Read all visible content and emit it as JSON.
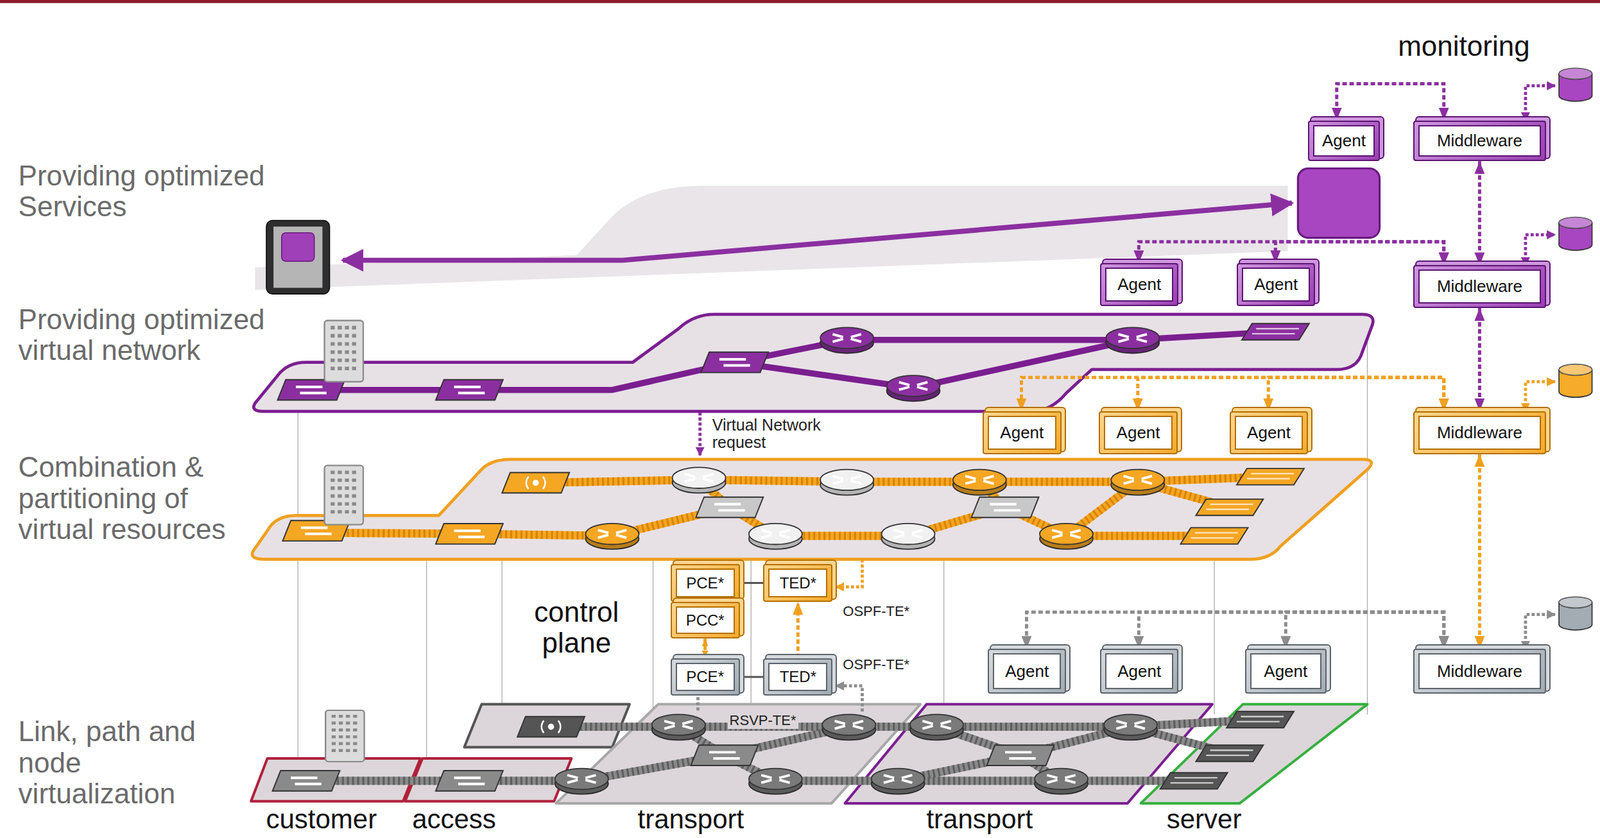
{
  "diagram": {
    "nodes": [
      {
        "text": [
          "Agent"
        ]
      },
      {
        "text": [
          "Middleware"
        ]
      },
      {
        "text": [
          "Agent"
        ]
      },
      {
        "text": [
          "Agent"
        ]
      },
      {
        "text": [
          "Middleware"
        ]
      },
      {
        "text": [
          "Agent"
        ]
      },
      {
        "text": [
          "Agent"
        ]
      },
      {
        "text": [
          "Agent"
        ]
      },
      {
        "text": [
          "Middleware"
        ]
      },
      {
        "text": [
          "PCE*"
        ]
      },
      {
        "text": [
          "TED*"
        ]
      },
      {
        "text": [
          "PCC*"
        ]
      },
      {
        "text": [
          "PCE*"
        ]
      },
      {
        "text": [
          "TED*"
        ]
      },
      {
        "text": [
          "Agent"
        ]
      },
      {
        "text": [
          "Agent"
        ]
      },
      {
        "text": [
          "Agent"
        ]
      },
      {
        "text": [
          "Middleware"
        ]
      }
    ],
    "edges": [
      {
        "from": 0,
        "to": 1,
        "arrow": "both"
      },
      {
        "from": 1,
        "to": 4,
        "arrow": "both"
      },
      {
        "from": 4,
        "to": 2,
        "arrow": "both"
      },
      {
        "from": 4,
        "to": 3,
        "arrow": "both"
      },
      {
        "from": 4,
        "to": 8,
        "arrow": "both"
      },
      {
        "from": 8,
        "to": 5,
        "arrow": "both"
      },
      {
        "from": 8,
        "to": 6,
        "arrow": "both"
      },
      {
        "from": 8,
        "to": 7,
        "arrow": "both"
      },
      {
        "from": 8,
        "to": 17,
        "arrow": "both"
      },
      {
        "from": 17,
        "to": 14,
        "arrow": "both"
      },
      {
        "from": 17,
        "to": 15,
        "arrow": "both"
      },
      {
        "from": 17,
        "to": 16,
        "arrow": "both"
      },
      {
        "from": 11,
        "to": 12,
        "arrow": "both"
      },
      {
        "from": 13,
        "to": 10,
        "arrow": "to"
      },
      {
        "from": 9,
        "to": 10,
        "arrow": "none"
      },
      {
        "from": 12,
        "to": 13,
        "arrow": "none"
      }
    ],
    "labels": [
      "monitoring",
      "Providing optimized Services",
      "Providing optimized virtual network",
      "Combination & partitioning of virtual resources",
      "Virtual Network request",
      "control plane",
      "OSPF-TE*",
      "OSPF-TE*",
      "RSVP-TE*",
      "Link, path and node virtualization",
      "customer",
      "access",
      "transport",
      "transport",
      "server"
    ]
  }
}
